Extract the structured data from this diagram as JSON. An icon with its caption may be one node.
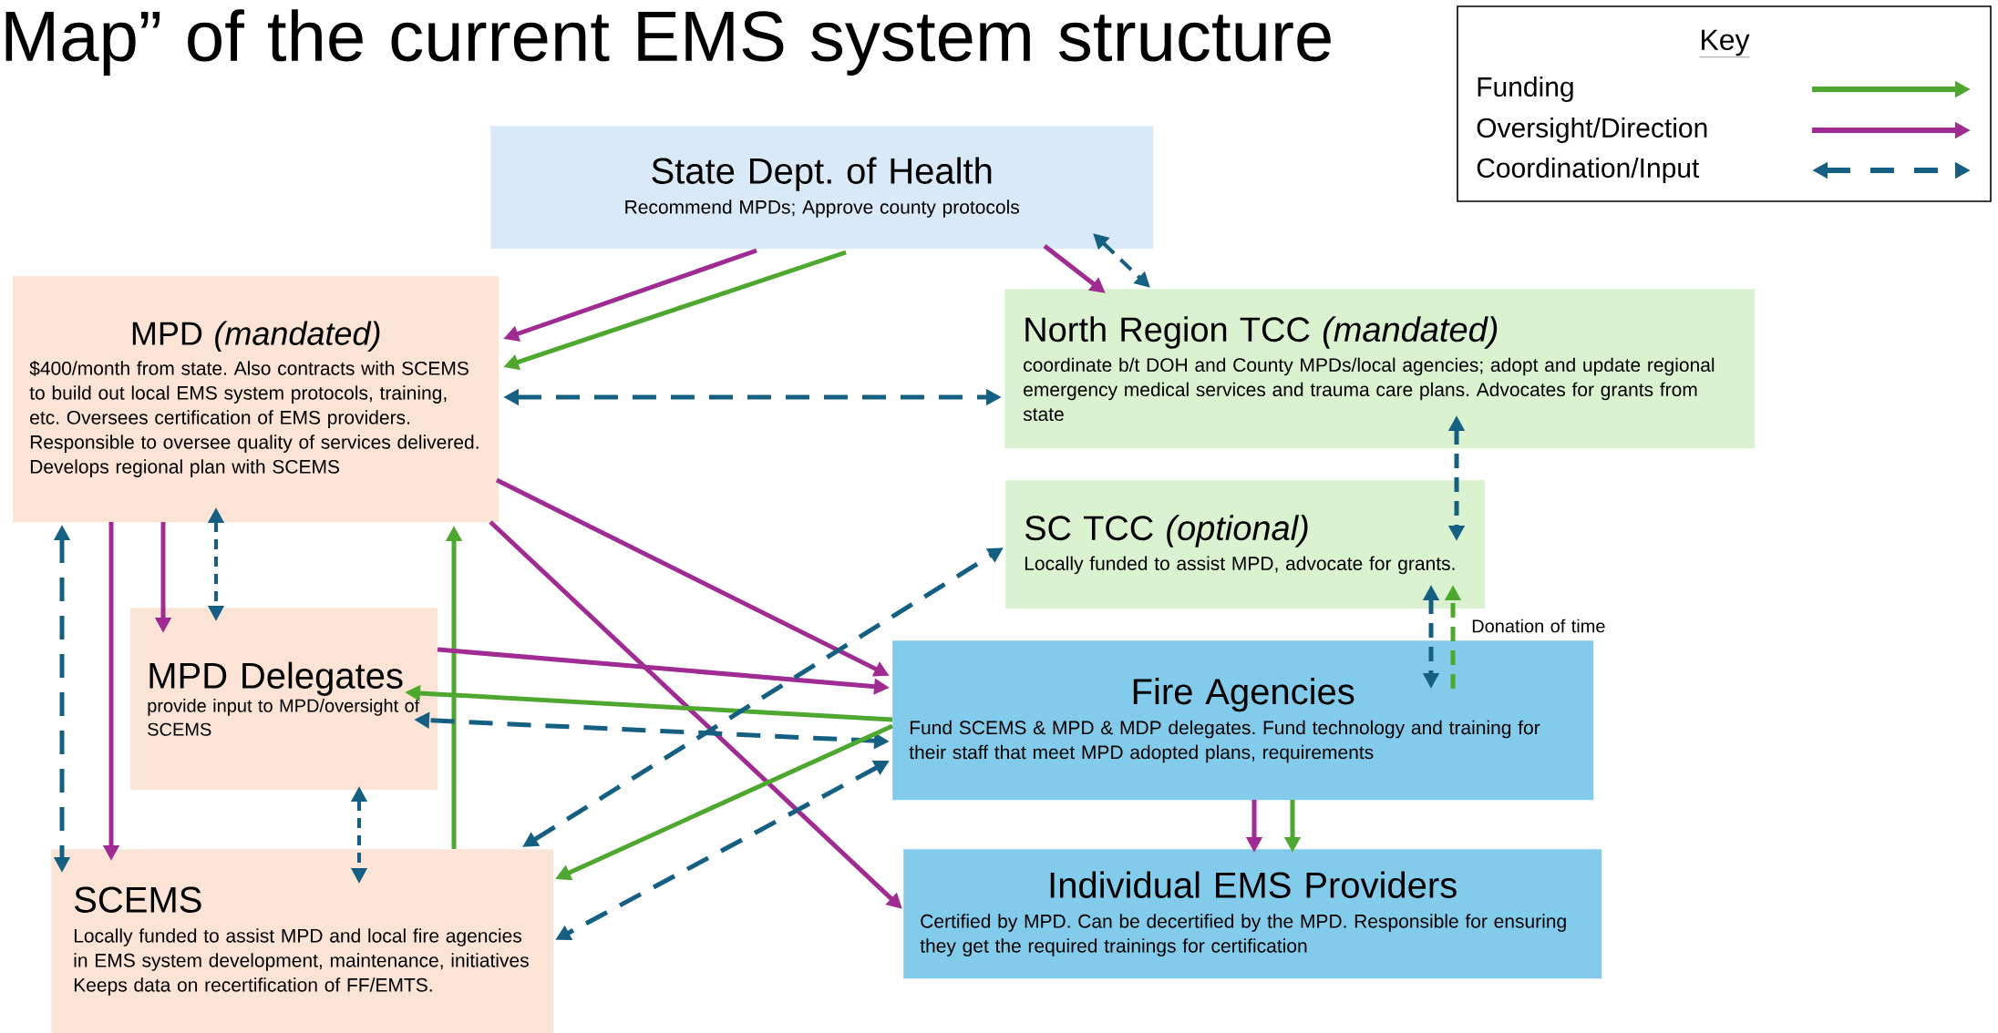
{
  "diagram": {
    "title": "Map” of the current EMS system structure",
    "nodes": [
      {
        "text": [
          "State Dept. of Health",
          "Recommend MPDs; Approve county protocols"
        ]
      },
      {
        "text": [
          "MPD *(mandated)*",
          "$400/month from state. Also contracts with SCEMS to build out local EMS system protocols, training, etc. Oversees certification of EMS providers. Responsible to oversee quality of services delivered. Develops regional plan with SCEMS"
        ]
      },
      {
        "text": [
          "North Region TCC *(mandated)*",
          "coordinate b/t DOH and County MPDs/local agencies; adopt and update regional emergency medical services and trauma care plans. Advocates for grants from state"
        ]
      },
      {
        "text": [
          "SC TCC *(optional)*",
          "Locally funded to assist MPD, advocate for grants."
        ]
      },
      {
        "text": [
          "MPD Delegates",
          "provide input to MPD/oversight of SCEMS"
        ]
      },
      {
        "text": [
          "Fire Agencies",
          "Fund SCEMS & MPD & MDP delegates. Fund technology and training for their staff that meet MPD adopted plans, requirements"
        ]
      },
      {
        "text": [
          "SCEMS",
          "Locally funded to assist MPD and local fire agencies in EMS system development, maintenance, initiatives Keeps data on recertification of FF/EMTS."
        ]
      },
      {
        "text": [
          "Individual EMS Providers",
          "Certified by MPD. Can be decertified by the MPD. Responsible for ensuring they get the required trainings for certification"
        ]
      }
    ],
    "edges": [
      {
        "from": 0,
        "to": 1,
        "arrow": "to",
        "color": "#a02b93"
      },
      {
        "from": 0,
        "to": 1,
        "arrow": "to",
        "color": "#4ea72e"
      },
      {
        "from": 1,
        "to": 2,
        "arrow": "both",
        "style": "dashed"
      },
      {
        "from": 0,
        "to": 2,
        "arrow": "to",
        "color": "#a02b93"
      },
      {
        "from": 0,
        "to": 2,
        "arrow": "both",
        "style": "dashed"
      },
      {
        "from": 1,
        "to": 6,
        "arrow": "to",
        "color": "#a02b93"
      },
      {
        "from": 1,
        "to": 6,
        "arrow": "both",
        "style": "dashed"
      },
      {
        "from": 1,
        "to": 4,
        "arrow": "to",
        "color": "#a02b93"
      },
      {
        "from": 1,
        "to": 4,
        "arrow": "both",
        "style": "dashed"
      },
      {
        "from": 6,
        "to": 1,
        "arrow": "to",
        "color": "#4ea72e"
      },
      {
        "from": 1,
        "to": 5,
        "arrow": "to",
        "color": "#a02b93"
      },
      {
        "from": 1,
        "to": 7,
        "arrow": "to",
        "color": "#a02b93"
      },
      {
        "from": 4,
        "to": 5,
        "arrow": "to",
        "color": "#a02b93"
      },
      {
        "from": 5,
        "to": 4,
        "arrow": "to",
        "color": "#4ea72e"
      },
      {
        "from": 5,
        "to": 4,
        "arrow": "both",
        "style": "dashed"
      },
      {
        "from": 6,
        "to": 3,
        "arrow": "both",
        "style": "dashed"
      },
      {
        "from": 5,
        "to": 6,
        "arrow": "to",
        "color": "#4ea72e"
      },
      {
        "from": 5,
        "to": 6,
        "arrow": "both",
        "style": "dashed"
      },
      {
        "from": 4,
        "to": 6,
        "arrow": "both",
        "style": "dashed"
      },
      {
        "from": 2,
        "to": 3,
        "arrow": "both",
        "style": "dashed"
      },
      {
        "from": 3,
        "to": 5,
        "arrow": "both",
        "style": "dashed"
      },
      {
        "from": 5,
        "to": 3,
        "arrow": "to",
        "style": "dashed",
        "color": "#4ea72e",
        "label": "Donation of time"
      },
      {
        "from": 5,
        "to": 7,
        "arrow": "to",
        "color": "#a02b93"
      },
      {
        "from": 5,
        "to": 7,
        "arrow": "to",
        "color": "#4ea72e"
      }
    ],
    "labels": [
      "Key"
    ],
    "legend": [
      {
        "text": "Funding"
      },
      {
        "text": "Oversight/Direction"
      },
      {
        "text": "Coordination/Input"
      }
    ]
  }
}
